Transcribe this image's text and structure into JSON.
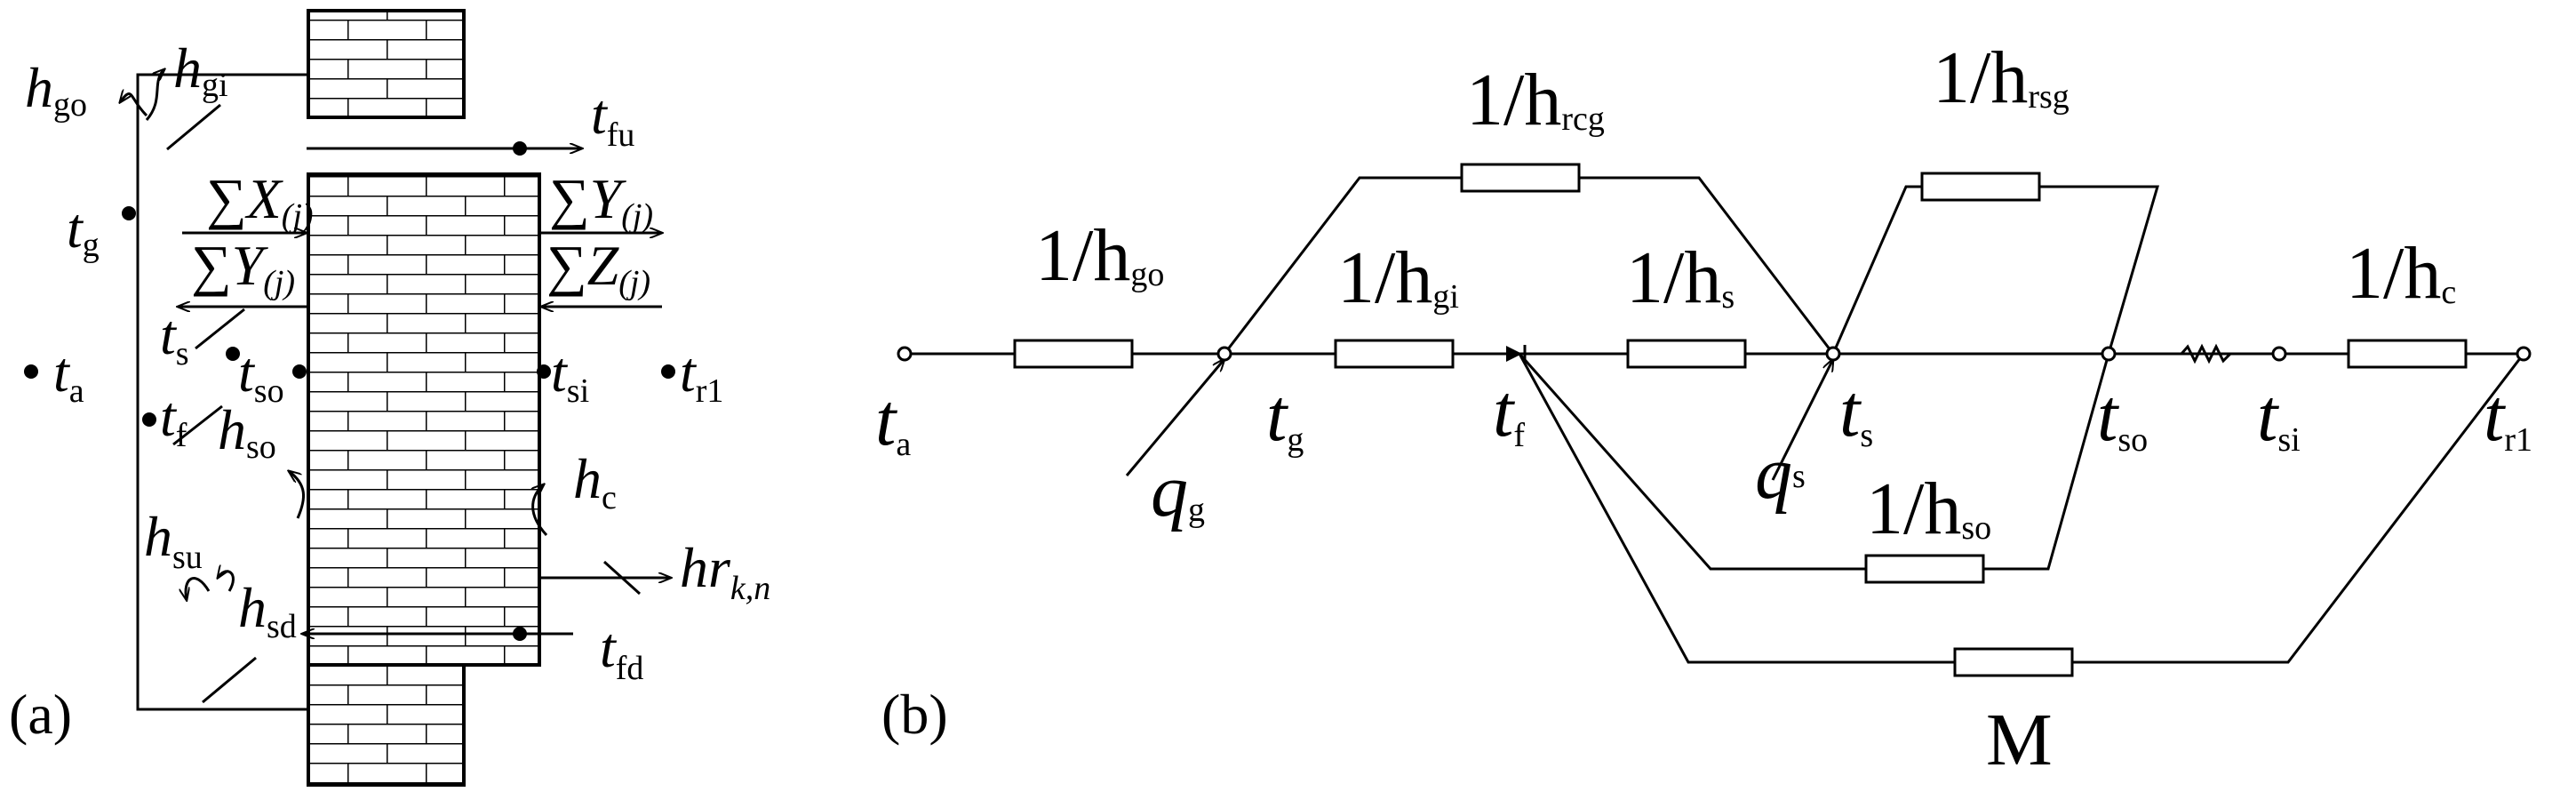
{
  "panel_a": {
    "tag": "(a)",
    "labels": {
      "hgo": {
        "main": "h",
        "sub": "go"
      },
      "hgi": {
        "main": "h",
        "sub": "gi"
      },
      "tfu": {
        "main": "t",
        "sub": "fu"
      },
      "tg": {
        "main": "t",
        "sub": "g"
      },
      "ta": {
        "main": "t",
        "sub": "a"
      },
      "tf": {
        "main": "t",
        "sub": "f"
      },
      "ts": {
        "main": "t",
        "sub": "s"
      },
      "tso": {
        "main": "t",
        "sub": "so"
      },
      "tsi": {
        "main": "t",
        "sub": "si"
      },
      "tr1": {
        "main": "t",
        "sub": "r1"
      },
      "hso": {
        "main": "h",
        "sub": "so"
      },
      "hsu": {
        "main": "h",
        "sub": "su"
      },
      "hsd": {
        "main": "h",
        "sub": "sd"
      },
      "hc": {
        "main": "h",
        "sub": "c"
      },
      "hr": {
        "main": "hr",
        "sub": "k,n"
      },
      "tfd": {
        "main": "t",
        "sub": "fd"
      },
      "sumX": {
        "main": "∑X",
        "sub": "(j)"
      },
      "sumY1": {
        "main": "∑Y",
        "sub": "(j)"
      },
      "sumY2": {
        "main": "∑Y",
        "sub": "(j)"
      },
      "sumZ": {
        "main": "∑Z",
        "sub": "(j)"
      }
    }
  },
  "panel_b": {
    "tag": "(b)",
    "resistors": {
      "rcg": {
        "main": "1/h",
        "sub": "rcg"
      },
      "rsg": {
        "main": "1/h",
        "sub": "rsg"
      },
      "go": {
        "main": "1/h",
        "sub": "go"
      },
      "gi": {
        "main": "1/h",
        "sub": "gi"
      },
      "s": {
        "main": "1/h",
        "sub": "s"
      },
      "c": {
        "main": "1/h",
        "sub": "c"
      },
      "so": {
        "main": "1/h",
        "sub": "so"
      },
      "M": "M"
    },
    "nodes": {
      "ta": {
        "main": "t",
        "sub": "a"
      },
      "tg": {
        "main": "t",
        "sub": "g"
      },
      "tf": {
        "main": "t",
        "sub": "f"
      },
      "ts": {
        "main": "t",
        "sub": "s"
      },
      "tso": {
        "main": "t",
        "sub": "so"
      },
      "tsi": {
        "main": "t",
        "sub": "si"
      },
      "tr1": {
        "main": "t",
        "sub": "r1"
      },
      "qg": {
        "main": "q",
        "sub": "g"
      },
      "qs": {
        "main": "q",
        "sub": "s"
      }
    }
  }
}
